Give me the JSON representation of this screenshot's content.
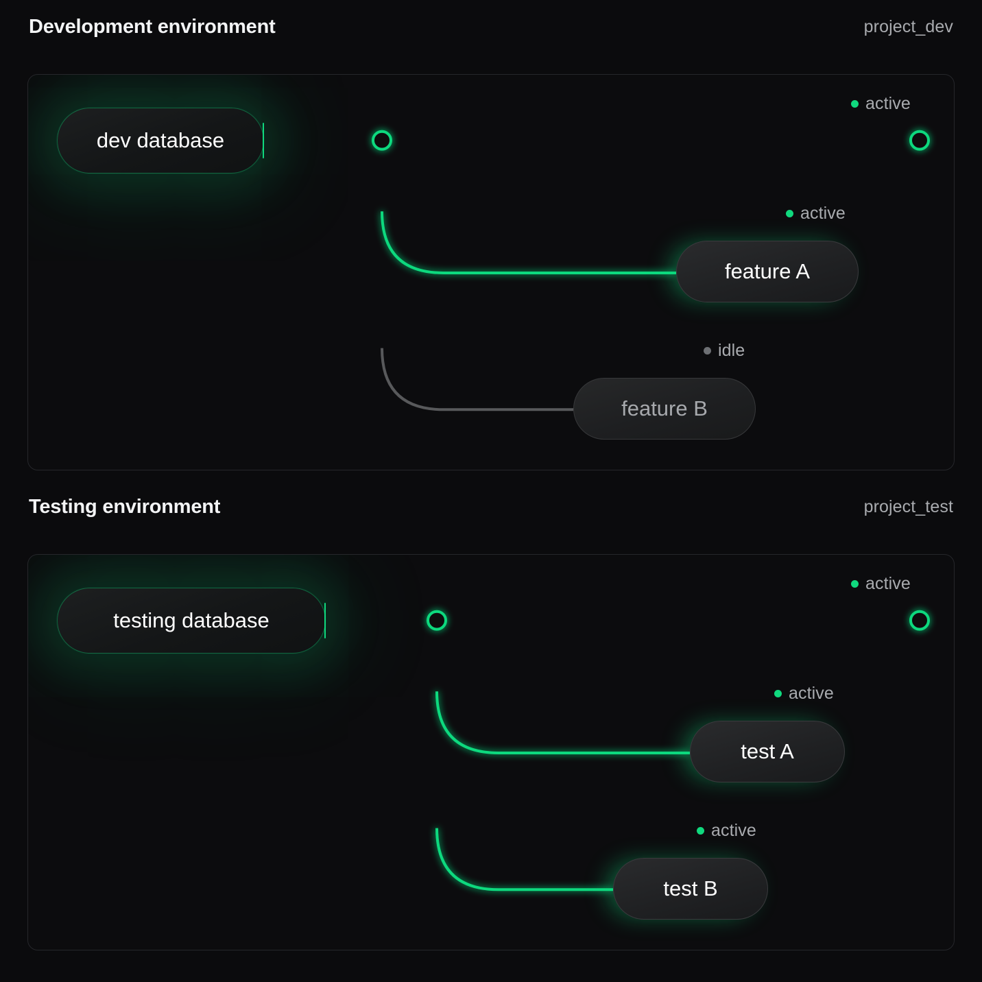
{
  "page": {
    "background": "#0b0b0d",
    "accent_green": "#10d97e",
    "idle_gray": "#6e7074"
  },
  "sections": [
    {
      "id": "dev",
      "title": "Development environment",
      "project": "project_dev",
      "database": {
        "label": "dev database",
        "status": "active"
      },
      "trunk_status": {
        "label": "active",
        "state": "active"
      },
      "branches": [
        {
          "label": "feature A",
          "status": {
            "label": "active",
            "state": "active"
          }
        },
        {
          "label": "feature B",
          "status": {
            "label": "idle",
            "state": "idle"
          }
        }
      ]
    },
    {
      "id": "test",
      "title": "Testing environment",
      "project": "project_test",
      "database": {
        "label": "testing database",
        "status": "active"
      },
      "trunk_status": {
        "label": "active",
        "state": "active"
      },
      "branches": [
        {
          "label": "test A",
          "status": {
            "label": "active",
            "state": "active"
          }
        },
        {
          "label": "test B",
          "status": {
            "label": "active",
            "state": "active"
          }
        }
      ]
    }
  ]
}
